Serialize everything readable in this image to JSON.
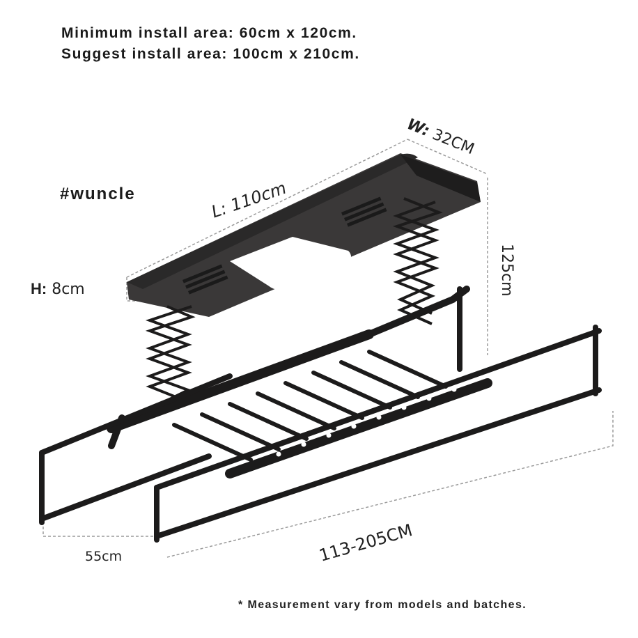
{
  "header": {
    "min_install": "Minimum install area: 60cm x 120cm.",
    "suggest_install": "Suggest install area: 100cm x 210cm."
  },
  "brand": "#wuncle",
  "dimensions": {
    "height_label": "H:",
    "height_value": "8cm",
    "length_label": "L:",
    "length_value": "110cm",
    "width_label": "W:",
    "width_value": "32CM",
    "lift_height": "125cm",
    "extended_length": "113-205CM",
    "depth": "55cm"
  },
  "footnote": "* Measurement vary from models and batches.",
  "colors": {
    "frame": "#1c1b1b",
    "housing": "#3a3838",
    "housing_top": "#2a2929",
    "light_panel": "#ffffff",
    "dashed_guide": "#9a9a9a",
    "text": "#1a1a1a"
  }
}
